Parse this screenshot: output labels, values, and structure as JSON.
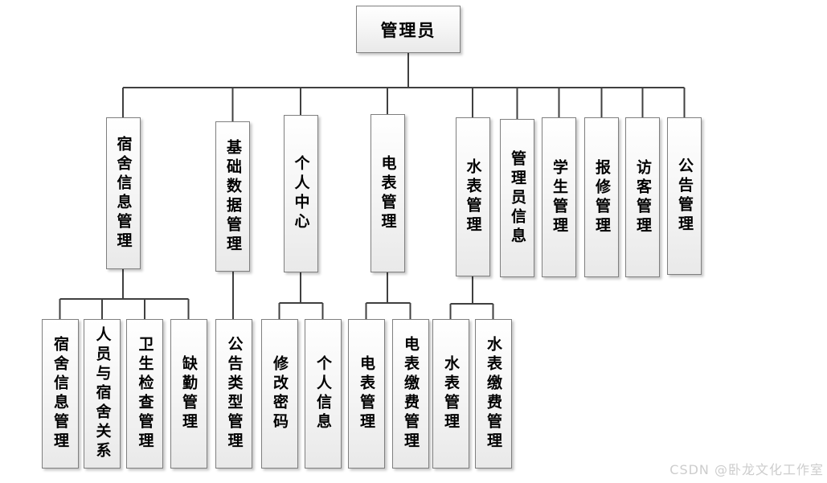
{
  "diagram": {
    "root": {
      "label": "管理员"
    },
    "level2": [
      {
        "label": "宿舍信息管理"
      },
      {
        "label": "基础数据管理"
      },
      {
        "label": "个人中心"
      },
      {
        "label": "电表管理"
      },
      {
        "label": "水表管理"
      },
      {
        "label": "管理员信息"
      },
      {
        "label": "学生管理"
      },
      {
        "label": "报修管理"
      },
      {
        "label": "访客管理"
      },
      {
        "label": "公告管理"
      }
    ],
    "level3": [
      {
        "label": "宿舍信息管理",
        "parent": "宿舍信息管理"
      },
      {
        "label": "人员与宿舍关系",
        "parent": "宿舍信息管理"
      },
      {
        "label": "卫生检查管理",
        "parent": "宿舍信息管理"
      },
      {
        "label": "缺勤管理",
        "parent": "宿舍信息管理"
      },
      {
        "label": "公告类型管理",
        "parent": "基础数据管理"
      },
      {
        "label": "修改密码",
        "parent": "个人中心"
      },
      {
        "label": "个人信息",
        "parent": "个人中心"
      },
      {
        "label": "电表管理",
        "parent": "电表管理"
      },
      {
        "label": "电表缴费管理",
        "parent": "电表管理"
      },
      {
        "label": "水表管理",
        "parent": "水表管理"
      },
      {
        "label": "水表缴费管理",
        "parent": "水表管理"
      }
    ],
    "colors": {
      "line": "#404040",
      "box_border": "#7f7f7f",
      "box_fill_top": "#ffffff",
      "box_fill_bottom": "#e9e9e9",
      "text": "#000000",
      "watermark": "#cdcdcd"
    }
  },
  "watermark": {
    "text": "CSDN @卧龙文化工作室"
  }
}
